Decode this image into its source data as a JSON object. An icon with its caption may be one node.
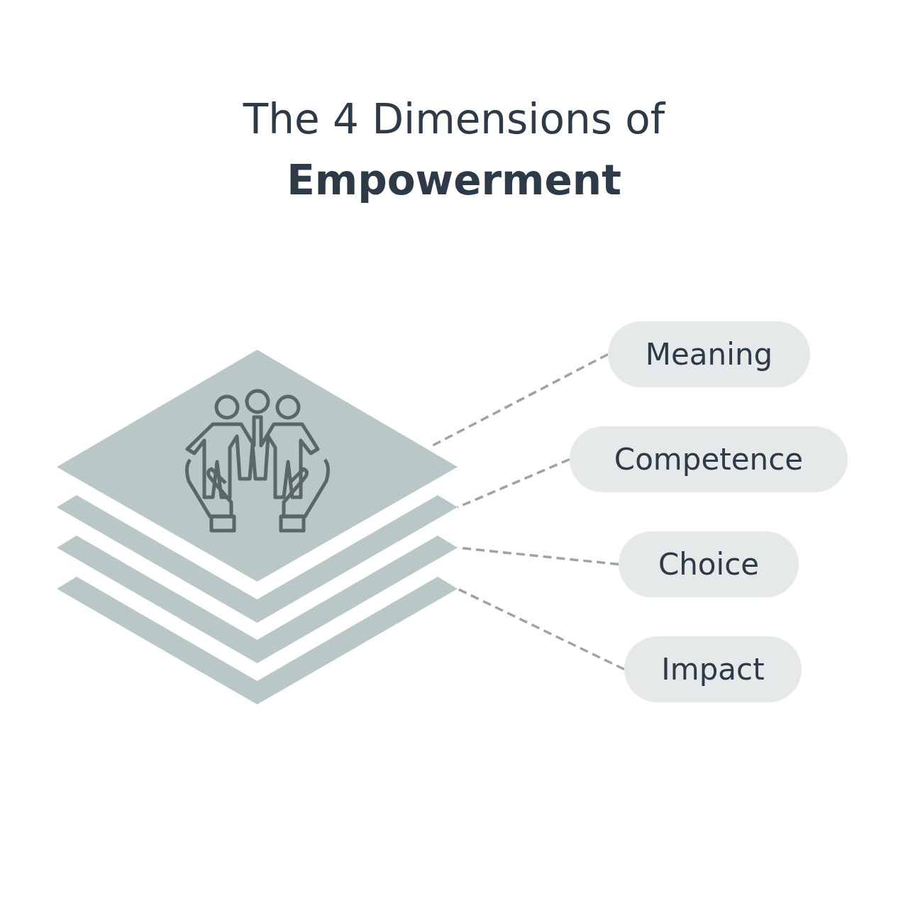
{
  "diagram": {
    "title": "The 4 Dimensions of **Empowerment**",
    "nodes": [
      {
        "text": [
          "Meaning"
        ]
      },
      {
        "text": [
          "Competence"
        ]
      },
      {
        "text": [
          "Choice"
        ]
      },
      {
        "text": [
          "Impact"
        ]
      },
      {
        "text": [],
        "shape": "diamond"
      },
      {
        "text": [],
        "shape": "chevron"
      },
      {
        "text": [],
        "shape": "chevron"
      },
      {
        "text": [],
        "shape": "chevron"
      }
    ],
    "edges": [
      {
        "from": 0,
        "to": 4,
        "arrow": "none",
        "style": "dashed"
      },
      {
        "from": 1,
        "to": 5,
        "arrow": "none",
        "style": "dashed"
      },
      {
        "from": 2,
        "to": 6,
        "arrow": "none",
        "style": "dashed"
      },
      {
        "from": 3,
        "to": 7,
        "arrow": "none",
        "style": "dashed"
      }
    ]
  }
}
